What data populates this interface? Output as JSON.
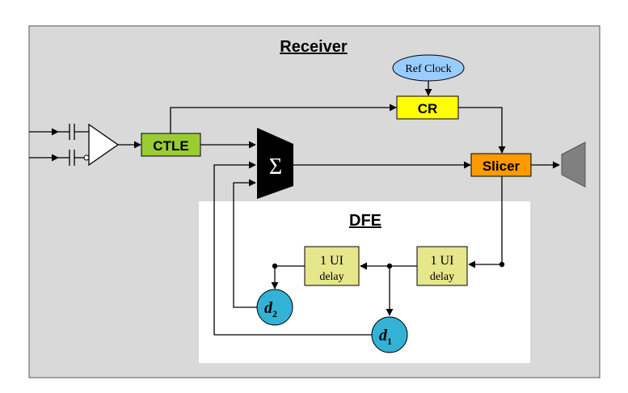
{
  "diagram": {
    "receiver_title": "Receiver",
    "dfe_title": "DFE",
    "blocks": {
      "ref_clock": "Ref Clock",
      "cr": "CR",
      "ctle": "CTLE",
      "slicer": "Slicer",
      "summer": "Σ",
      "delay1_top": "1 UI",
      "delay1_bottom": "delay",
      "delay2_top": "1 UI",
      "delay2_bottom": "delay",
      "tap2_letter": "d",
      "tap2_sub": "2",
      "tap1_letter": "d",
      "tap1_sub": "1"
    },
    "colors": {
      "receiver_bg": "#d9d9d9",
      "dfe_bg": "#ffffff",
      "ref_clock": "#99ccff",
      "cr": "#ffff00",
      "ctle": "#99cc33",
      "slicer": "#ff9900",
      "delay": "#e6e68a",
      "tap": "#33b2d6",
      "output_port": "#808080"
    }
  }
}
